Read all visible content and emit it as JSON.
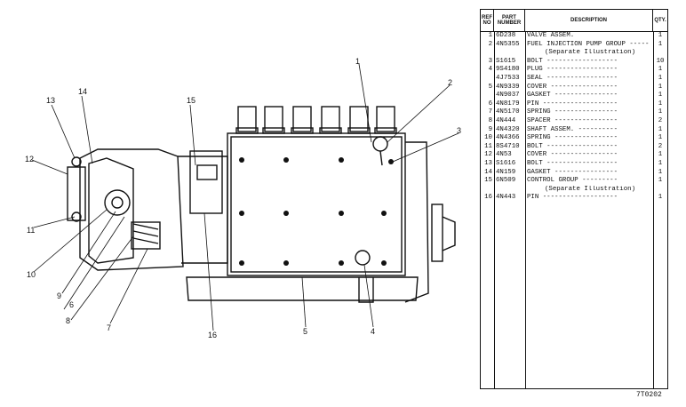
{
  "callouts": [
    "1",
    "2",
    "3",
    "4",
    "5",
    "6",
    "7",
    "8",
    "9",
    "10",
    "11",
    "12",
    "13",
    "14",
    "15",
    "16"
  ],
  "table": {
    "headers": {
      "ref": "REF NO",
      "part": "PART NUMBER",
      "desc": "DESCRIPTION",
      "qty": "QTY."
    },
    "rows": [
      {
        "ref": "1",
        "part": "6D238",
        "desc": "VALVE ASSEM.",
        "qty": "1"
      },
      {
        "ref": "2",
        "part": "4N5355",
        "desc": "FUEL INJECTION PUMP GROUP -----",
        "qty": "1"
      },
      {
        "ref": "",
        "part": "",
        "desc": "(Separate Illustration)",
        "qty": "",
        "note": true
      },
      {
        "ref": "3",
        "part": "S1615",
        "desc": "BOLT ------------------",
        "qty": "10"
      },
      {
        "ref": "4",
        "part": "9S4180",
        "desc": "PLUG ------------------",
        "qty": "1"
      },
      {
        "ref": "",
        "part": "4J7533",
        "desc": "SEAL ------------------",
        "qty": "1"
      },
      {
        "ref": "5",
        "part": "4N9339",
        "desc": "COVER -----------------",
        "qty": "1"
      },
      {
        "ref": "",
        "part": "4N9037",
        "desc": "GASKET ----------------",
        "qty": "1"
      },
      {
        "ref": "6",
        "part": "4N8179",
        "desc": "PIN -------------------",
        "qty": "1"
      },
      {
        "ref": "7",
        "part": "4N5170",
        "desc": "SPRING ----------------",
        "qty": "1"
      },
      {
        "ref": "8",
        "part": "4N444",
        "desc": "SPACER ----------------",
        "qty": "2"
      },
      {
        "ref": "9",
        "part": "4N4320",
        "desc": "SHAFT ASSEM. ----------",
        "qty": "1"
      },
      {
        "ref": "10",
        "part": "4N4366",
        "desc": "SPRING ----------------",
        "qty": "1"
      },
      {
        "ref": "11",
        "part": "8S4710",
        "desc": "BOLT ------------------",
        "qty": "2"
      },
      {
        "ref": "12",
        "part": "4N53",
        "desc": "COVER -----------------",
        "qty": "1"
      },
      {
        "ref": "13",
        "part": "S1616",
        "desc": "BOLT ------------------",
        "qty": "1"
      },
      {
        "ref": "14",
        "part": "4N159",
        "desc": "GASKET ----------------",
        "qty": "1"
      },
      {
        "ref": "15",
        "part": "6N509",
        "desc": "CONTROL GROUP ---------",
        "qty": "1"
      },
      {
        "ref": "",
        "part": "",
        "desc": "(Separate Illustration)",
        "qty": "",
        "note": true
      },
      {
        "ref": "16",
        "part": "4N443",
        "desc": "PIN -------------------",
        "qty": "1"
      }
    ]
  },
  "catalog_number": "7T0202"
}
